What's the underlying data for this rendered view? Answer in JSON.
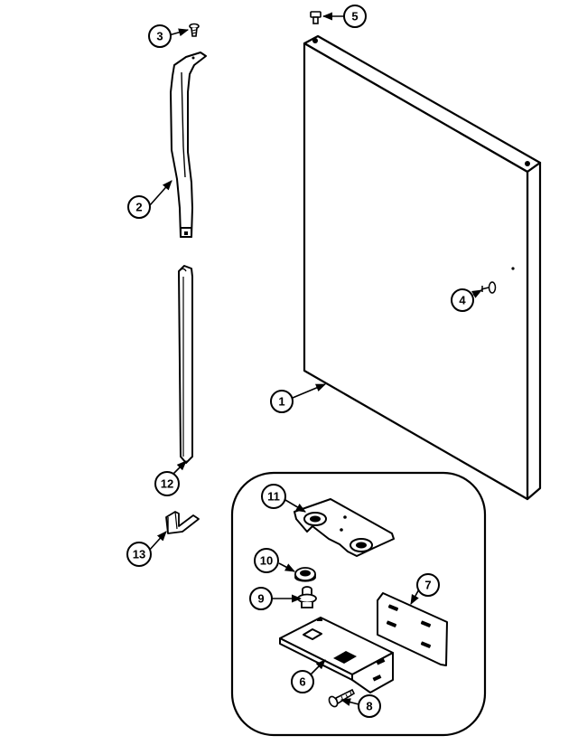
{
  "callouts": {
    "door_panel": "1",
    "handle": "2",
    "handle_screw": "3",
    "door_stop": "4",
    "door_plug": "5",
    "hinge": "6",
    "hinge_shim": "7",
    "hinge_screw": "8",
    "hinge_pin": "9",
    "hinge_washer": "10",
    "bracket": "11",
    "trim": "12",
    "clip": "13"
  },
  "colors": {
    "line": "#000000",
    "paper": "#ffffff"
  }
}
